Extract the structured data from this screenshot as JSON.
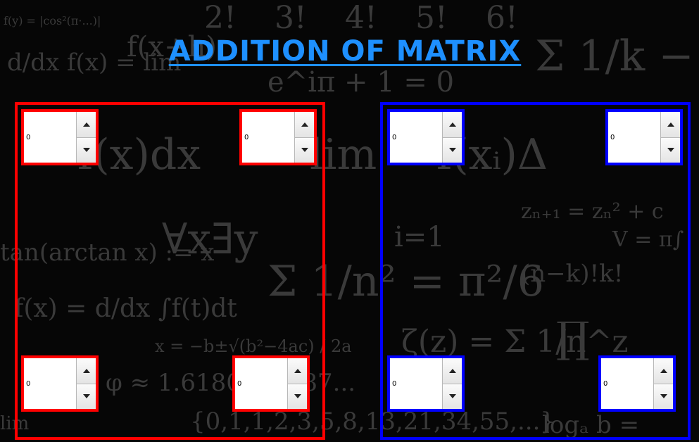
{
  "title": "ADDITION OF MATRIX",
  "colors": {
    "title": "#1e90ff",
    "matrix_a_border": "#ff0000",
    "matrix_b_border": "#0000ff"
  },
  "matrix_a": {
    "r0c0": "0",
    "r0c1": "0",
    "r1c0": "0",
    "r1c1": "0"
  },
  "matrix_b": {
    "r0c0": "0",
    "r0c1": "0",
    "r1c0": "0",
    "r1c1": "0"
  },
  "icons": {
    "increment": "arrow-up-icon",
    "decrement": "arrow-down-icon"
  }
}
